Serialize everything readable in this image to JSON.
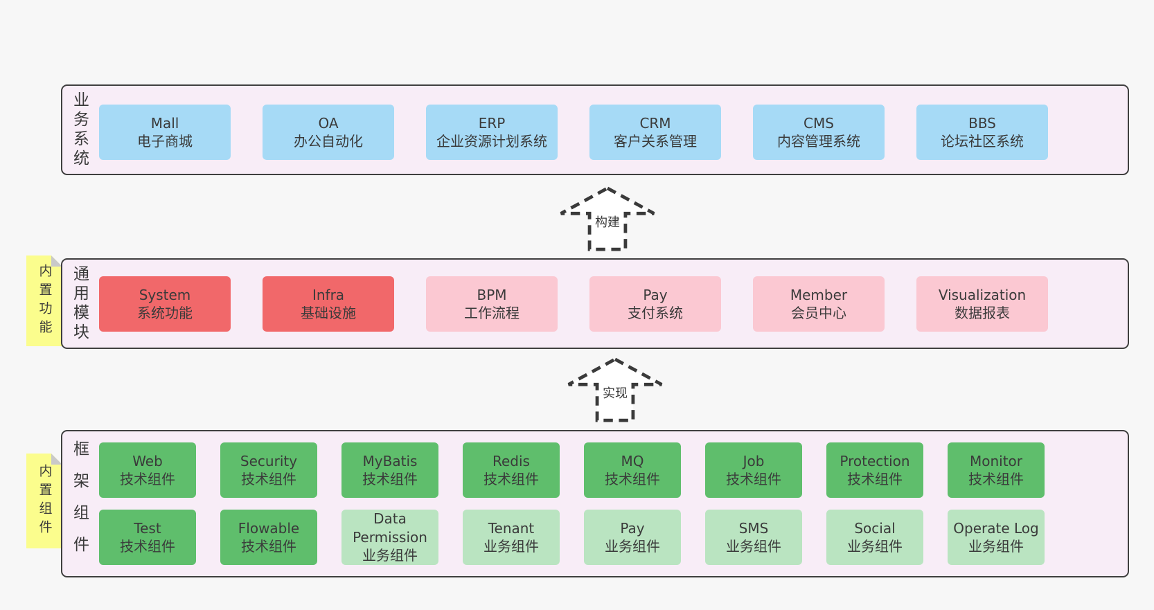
{
  "palette": {
    "page-bg": "#f7f7f7",
    "band-bg": "#f8edf7",
    "band-border": "#3f3f3f",
    "blue": "#a6daf6",
    "red": "#f1686a",
    "pink": "#fbc8d2",
    "green": "#5fbe6c",
    "green-light": "#bae4c1",
    "note-yellow": "#fbfd8d",
    "note-fold": "#c9c9c9",
    "text": "#3a3a3a",
    "arrow": "#3a3a3a"
  },
  "arrows": [
    {
      "label": "构建"
    },
    {
      "label": "实现"
    }
  ],
  "bands": [
    {
      "id": "business-systems",
      "label": "业务系统",
      "rows": [
        [
          {
            "name": "Mall",
            "subtitle": "电子商城",
            "color": "blue"
          },
          {
            "name": "OA",
            "subtitle": "办公自动化",
            "color": "blue"
          },
          {
            "name": "ERP",
            "subtitle": "企业资源计划系统",
            "color": "blue"
          },
          {
            "name": "CRM",
            "subtitle": "客户关系管理",
            "color": "blue"
          },
          {
            "name": "CMS",
            "subtitle": "内容管理系统",
            "color": "blue"
          },
          {
            "name": "BBS",
            "subtitle": "论坛社区系统",
            "color": "blue"
          }
        ]
      ]
    },
    {
      "id": "common-modules",
      "label": "通用模块",
      "note": "内置功能",
      "rows": [
        [
          {
            "name": "System",
            "subtitle": "系统功能",
            "color": "red"
          },
          {
            "name": "Infra",
            "subtitle": "基础设施",
            "color": "red"
          },
          {
            "name": "BPM",
            "subtitle": "工作流程",
            "color": "pink"
          },
          {
            "name": "Pay",
            "subtitle": "支付系统",
            "color": "pink"
          },
          {
            "name": "Member",
            "subtitle": "会员中心",
            "color": "pink"
          },
          {
            "name": "Visualization",
            "subtitle": "数据报表",
            "color": "pink"
          }
        ]
      ]
    },
    {
      "id": "framework-components",
      "label": "框架组件",
      "note": "内置组件",
      "rows": [
        [
          {
            "name": "Web",
            "subtitle": "技术组件",
            "color": "green"
          },
          {
            "name": "Security",
            "subtitle": "技术组件",
            "color": "green"
          },
          {
            "name": "MyBatis",
            "subtitle": "技术组件",
            "color": "green"
          },
          {
            "name": "Redis",
            "subtitle": "技术组件",
            "color": "green"
          },
          {
            "name": "MQ",
            "subtitle": "技术组件",
            "color": "green"
          },
          {
            "name": "Job",
            "subtitle": "技术组件",
            "color": "green"
          },
          {
            "name": "Protection",
            "subtitle": "技术组件",
            "color": "green"
          },
          {
            "name": "Monitor",
            "subtitle": "技术组件",
            "color": "green"
          }
        ],
        [
          {
            "name": "Test",
            "subtitle": "技术组件",
            "color": "green"
          },
          {
            "name": "Flowable",
            "subtitle": "技术组件",
            "color": "green"
          },
          {
            "name": "Data Permission",
            "subtitle": "业务组件",
            "color": "green-light"
          },
          {
            "name": "Tenant",
            "subtitle": "业务组件",
            "color": "green-light"
          },
          {
            "name": "Pay",
            "subtitle": "业务组件",
            "color": "green-light"
          },
          {
            "name": "SMS",
            "subtitle": "业务组件",
            "color": "green-light"
          },
          {
            "name": "Social",
            "subtitle": "业务组件",
            "color": "green-light"
          },
          {
            "name": "Operate Log",
            "subtitle": "业务组件",
            "color": "green-light"
          }
        ]
      ]
    }
  ]
}
